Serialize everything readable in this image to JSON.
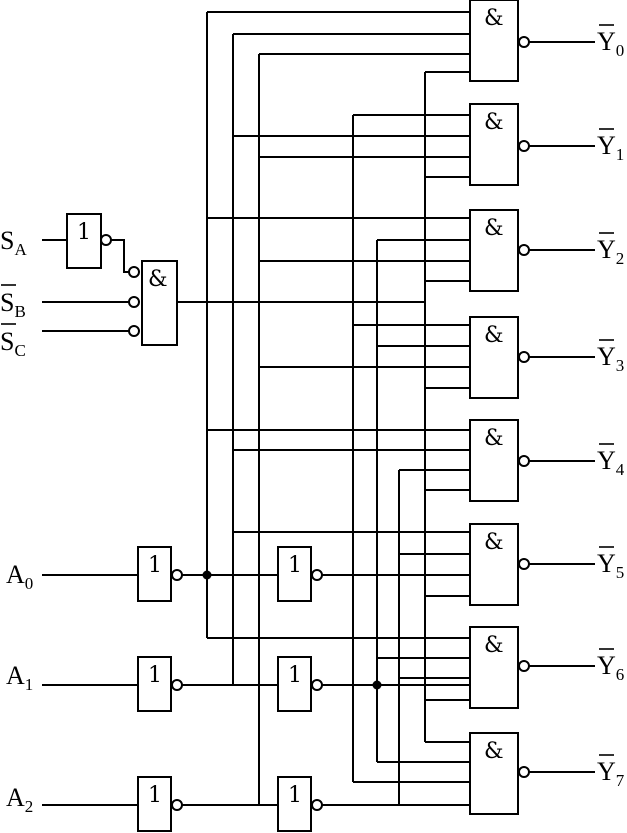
{
  "gate_symbols": {
    "and": "&",
    "inverter": "1"
  },
  "inputs": {
    "sa": {
      "letter": "S",
      "sub": "A"
    },
    "sb": {
      "letter": "S",
      "sub": "B"
    },
    "sc": {
      "letter": "S",
      "sub": "C"
    },
    "a0": {
      "letter": "A",
      "sub": "0"
    },
    "a1": {
      "letter": "A",
      "sub": "1"
    },
    "a2": {
      "letter": "A",
      "sub": "2"
    }
  },
  "outputs": [
    {
      "letter": "Y",
      "sub": "0"
    },
    {
      "letter": "Y",
      "sub": "1"
    },
    {
      "letter": "Y",
      "sub": "2"
    },
    {
      "letter": "Y",
      "sub": "3"
    },
    {
      "letter": "Y",
      "sub": "4"
    },
    {
      "letter": "Y",
      "sub": "5"
    },
    {
      "letter": "Y",
      "sub": "6"
    },
    {
      "letter": "Y",
      "sub": "7"
    }
  ]
}
